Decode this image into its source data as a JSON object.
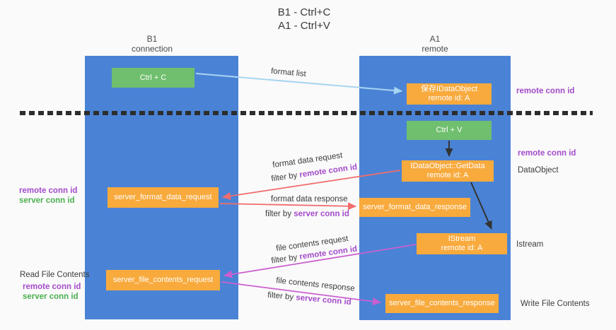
{
  "title": {
    "line1": "B1 - Ctrl+C",
    "line2": "A1 - Ctrl+V"
  },
  "columns": {
    "left": {
      "title": "B1",
      "subtitle": "connection"
    },
    "right": {
      "title": "A1",
      "subtitle": "remote"
    }
  },
  "nodes": {
    "ctrl_c": {
      "label": "Ctrl + C"
    },
    "save_idataobject": {
      "line1": "保存IDataObject",
      "line2": "remote id: A"
    },
    "ctrl_v": {
      "label": "Ctrl + V"
    },
    "getdata": {
      "line1": "IDataObject::GetData",
      "line2": "remote id: A"
    },
    "server_format_data_request": {
      "label": "server_format_data_request"
    },
    "server_format_data_response": {
      "label": "server_format_data_response"
    },
    "istream": {
      "line1": "IStream",
      "line2": "remote id: A"
    },
    "server_file_contents_request": {
      "label": "server_file_contents_request"
    },
    "server_file_contents_response": {
      "label": "server_file_contents_response"
    }
  },
  "edge_labels": {
    "format_list": "format list",
    "format_data_request": "format data request",
    "format_data_request_filter_prefix": "filter by ",
    "format_data_request_filter_key": "remote conn id",
    "format_data_response": "format data response",
    "format_data_response_filter_prefix": "filter by ",
    "format_data_response_filter_key": "server conn id",
    "file_contents_request": "file contents request",
    "file_contents_request_filter_prefix": "filter by ",
    "file_contents_request_filter_key": "remote conn id",
    "file_contents_response": "file contents response",
    "file_contents_response_filter_prefix": "filter by ",
    "file_contents_response_filter_key": "server conn id"
  },
  "side_labels": {
    "right_top_remote_conn_id": "remote conn id",
    "right_mid_remote_conn_id": "remote conn id",
    "right_dataobject": "DataObject",
    "right_istream": "Istream",
    "right_write_file_contents": "Write File Contents",
    "left_remote_conn_id_1": "remote conn id",
    "left_server_conn_id_1": "server conn id",
    "left_read_file_contents": "Read File Contents",
    "left_remote_conn_id_2": "remote conn id",
    "left_server_conn_id_2": "server conn id"
  },
  "colors": {
    "column_blue": "#4a83d5",
    "node_green": "#70bf6e",
    "node_orange": "#f8aa3d",
    "accent_purple": "#a44bcb",
    "accent_green": "#4caf50",
    "arrow_red": "#f16c6c",
    "arrow_magenta": "#cb5fd0",
    "arrow_lightblue": "#a9d5f2",
    "arrow_black": "#333333",
    "background": "#fafafa"
  }
}
